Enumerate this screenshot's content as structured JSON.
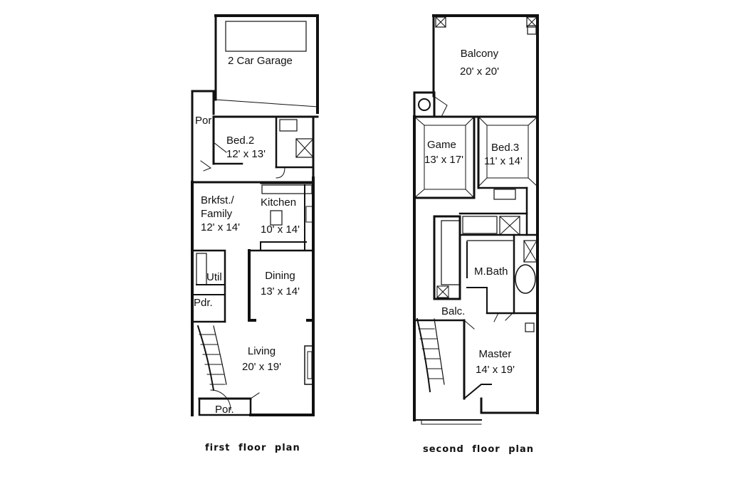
{
  "first_floor": {
    "caption": "first floor plan",
    "rooms": {
      "garage": {
        "name": "2 Car Garage",
        "dim": ""
      },
      "por_side": {
        "name": "Por",
        "dim": ""
      },
      "bed2": {
        "name": "Bed.2",
        "dim": "12' x 13'"
      },
      "brkfst": {
        "name": "Brkfst./",
        "name2": "Family",
        "dim": "12' x 14'"
      },
      "kitchen": {
        "name": "Kitchen",
        "dim": "10' x 14'"
      },
      "util": {
        "name": "Util",
        "dim": ""
      },
      "dining": {
        "name": "Dining",
        "dim": "13' x 14'"
      },
      "pdr": {
        "name": "Pdr.",
        "dim": ""
      },
      "living": {
        "name": "Living",
        "dim": "20' x 19'"
      },
      "por_front": {
        "name": "Por.",
        "dim": ""
      }
    }
  },
  "second_floor": {
    "caption": "second floor plan",
    "rooms": {
      "balcony": {
        "name": "Balcony",
        "dim": "20' x 20'"
      },
      "game": {
        "name": "Game",
        "dim": "13' x 17'"
      },
      "bed3": {
        "name": "Bed.3",
        "dim": "11' x 14'"
      },
      "mbath": {
        "name": "M.Bath",
        "dim": ""
      },
      "balc": {
        "name": "Balc.",
        "dim": ""
      },
      "master": {
        "name": "Master",
        "dim": "14' x 19'"
      }
    }
  },
  "colors": {
    "wall": "#111111",
    "background": "#ffffff"
  }
}
